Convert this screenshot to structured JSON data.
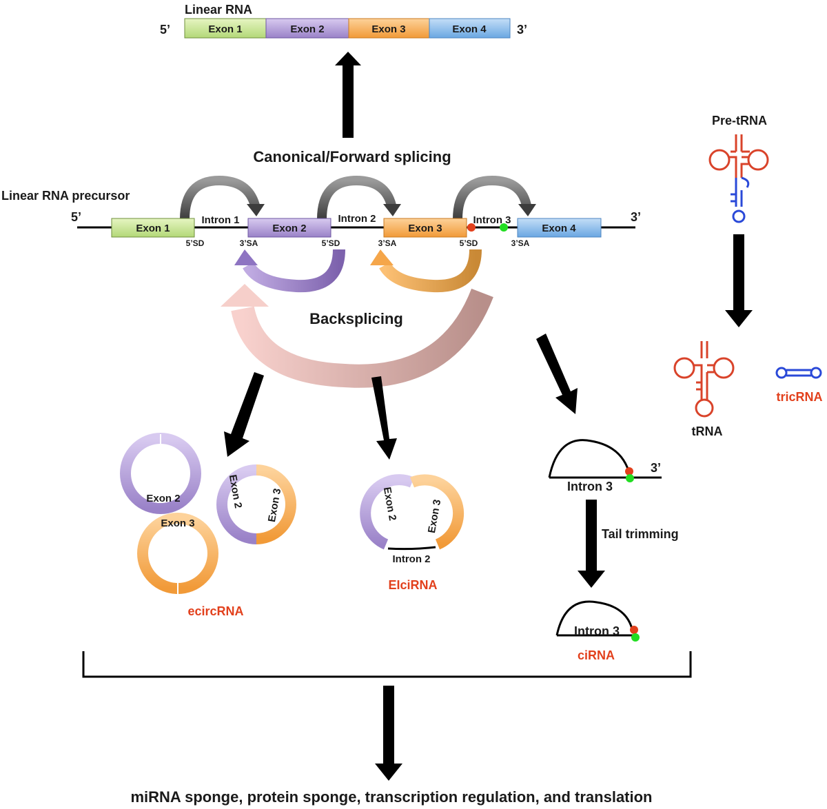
{
  "linear_rna": {
    "title": "Linear RNA",
    "five_prime": "5’",
    "three_prime": "3’",
    "exons": [
      "Exon 1",
      "Exon 2",
      "Exon 3",
      "Exon 4"
    ]
  },
  "canonical_label": "Canonical/Forward splicing",
  "precursor": {
    "title": "Linear RNA precursor",
    "five_prime": "5’",
    "three_prime": "3’",
    "exons": [
      "Exon 1",
      "Exon 2",
      "Exon 3",
      "Exon 4"
    ],
    "introns": [
      "Intron 1",
      "Intron 2",
      "Intron 3"
    ],
    "sites": [
      "5’SD",
      "3’SA",
      "5’SD",
      "3’SA",
      "5’SD",
      "3’SA"
    ]
  },
  "backsplicing_label": "Backsplicing",
  "ecircrna": {
    "label": "ecircRNA",
    "ring1": "Exon 2",
    "ring2": "Exon 3",
    "ring3_left": "Exon 2",
    "ring3_right": "Exon 3"
  },
  "elcirna": {
    "label": "EIciRNA",
    "left": "Exon 2",
    "right": "Exon 3",
    "intron": "Intron 2"
  },
  "cirna": {
    "intron_label": "Intron 3",
    "three_prime": "3’",
    "tail_trimming": "Tail trimming",
    "final_intron": "Intron 3",
    "label": "ciRNA"
  },
  "trna": {
    "pre_label": "Pre-tRNA",
    "trna_label": "tRNA",
    "tricrna_label": "tricRNA"
  },
  "functions_label": "miRNA sponge, protein sponge, transcription regulation, and translation",
  "colors": {
    "exon1": "#cfe89a",
    "exon2": "#b9a3dc",
    "exon3": "#f8b35c",
    "exon4": "#8fbfec",
    "accent_red": "#e2401c",
    "green_dot": "#22dd22",
    "trna_red": "#d9432a",
    "trna_blue": "#2a49d8"
  }
}
